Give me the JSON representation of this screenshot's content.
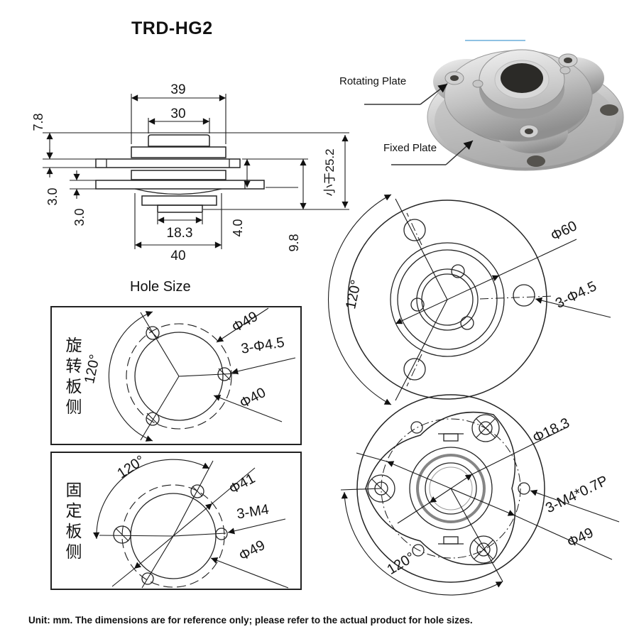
{
  "title": "TRD-HG2",
  "photo": {
    "rotating_label": "Rotating Plate",
    "fixed_label": "Fixed Plate"
  },
  "cross_section": {
    "width_top": "39",
    "width_cap": "30",
    "height_top": "7.8",
    "thk_rotating": "3.0",
    "thk_fixed": "3.0",
    "hub_dia": "18.3",
    "base_width": "40",
    "step_height": "4.0",
    "lower_height": "9.8",
    "total_height": "小于25.2"
  },
  "hole_size": {
    "heading": "Hole Size",
    "rotating": {
      "side_label": "旋转板侧",
      "angle": "120°",
      "bolt_circle": "Φ49",
      "holes": "3-Φ4.5",
      "inner_circle": "Φ40"
    },
    "fixed": {
      "side_label": "固定板侧",
      "angle": "120°",
      "bolt_circle": "Φ41",
      "holes": "3-M4",
      "outer_circle": "Φ49"
    }
  },
  "fixed_plate_view": {
    "angle": "120°",
    "outer_dia": "Φ60",
    "holes": "3-Φ4.5"
  },
  "rotating_plate_view": {
    "bore_dia": "Φ18.3",
    "threads": "3-M4*0.7P",
    "bolt_circle": "Φ49",
    "angle": "120°"
  },
  "footnote": "Unit: mm. The dimensions are for reference only; please refer to the actual product for hole sizes.",
  "colors": {
    "line": "#1a1a1a",
    "accent_blue": "#8fc1e3",
    "metal_light": "#f4f4f4",
    "metal_dark": "#8f8f8f"
  }
}
